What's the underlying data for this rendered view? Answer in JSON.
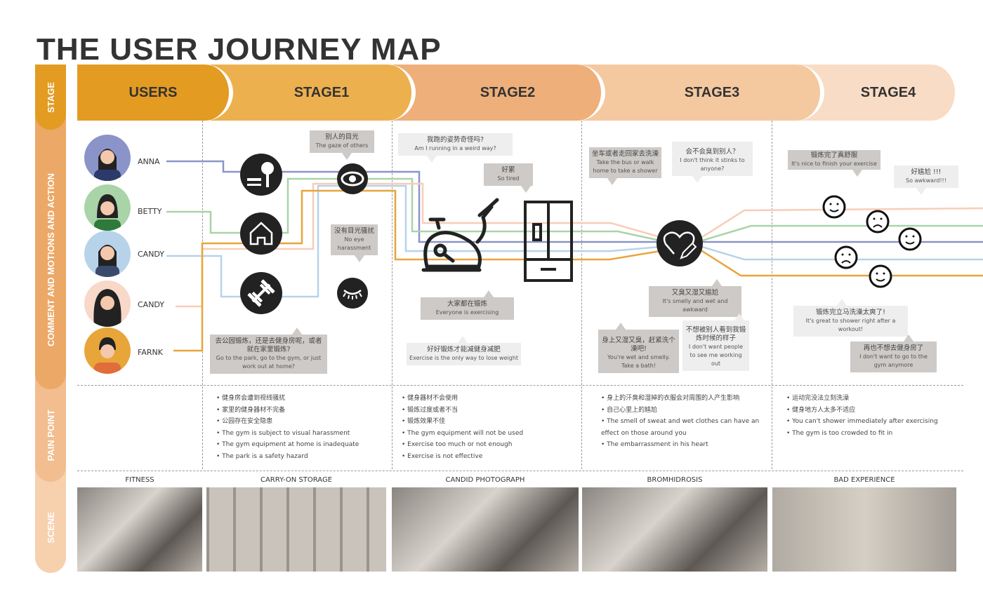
{
  "title": "THE USER JOURNEY MAP",
  "side_labels": [
    "STAGE",
    "COMMENT AND MOTIONS AND ACTION",
    "PAIN POINT",
    "SCENE"
  ],
  "stages": [
    {
      "label": "USERS",
      "color": "#e39b22"
    },
    {
      "label": "STAGE1",
      "color": "#edb04f"
    },
    {
      "label": "STAGE2",
      "color": "#eeaf7a"
    },
    {
      "label": "STAGE3",
      "color": "#f4c9a0"
    },
    {
      "label": "STAGE4",
      "color": "#f8dcc5"
    }
  ],
  "users": [
    {
      "name": "ANNA",
      "color": "#8a94c8"
    },
    {
      "name": "BETTY",
      "color": "#a8d4a8"
    },
    {
      "name": "CANDY",
      "color": "#b7d3ea"
    },
    {
      "name": "CANDY",
      "color": "#f8cdb8"
    },
    {
      "name": "FARNK",
      "color": "#e8a53a"
    }
  ],
  "icons": [
    "park-icon",
    "eye-icon",
    "home-icon",
    "dumbbell-icon",
    "closed-eye-icon",
    "exercise-bike-icon",
    "locker-icon",
    "heart-pencil-icon",
    "happy-face-icon",
    "sad-face-icon"
  ],
  "bubbles": [
    {
      "zh": "别人的目光",
      "en": "The gaze of others"
    },
    {
      "zh": "我跑的姿势奇怪吗?",
      "en": "Am I running in a weird way?"
    },
    {
      "zh": "好累",
      "en": "So tired"
    },
    {
      "zh": "没有目光骚扰",
      "en": "No eye harassment"
    },
    {
      "zh": "大家都在锻炼",
      "en": "Everyone is exercising"
    },
    {
      "zh": "好好锻炼才能减健身减肥",
      "en": "Exercise is the only way to lose weight"
    },
    {
      "zh": "去公园锻炼，还是去健身房呢，或者就在家里锻炼?",
      "en": "Go to the park, go to the gym, or just work out at home?"
    },
    {
      "zh": "坐车或者走回家去洗澡",
      "en": "Take the bus or walk home to take a shower"
    },
    {
      "zh": "会不会臭到别人？",
      "en": "I don't think it stinks to anyone?"
    },
    {
      "zh": "又臭又湿又尴尬",
      "en": "It's smelly and wet and awkward"
    },
    {
      "zh": "身上又湿又臭，赶紧洗个澡吧!",
      "en": "You're wet and smelly. Take a bath!"
    },
    {
      "zh": "不想被别人看到我锻炼时候的样子",
      "en": "I don't want people to see me working out"
    },
    {
      "zh": "锻炼完了真舒服",
      "en": "It's nice to finish your exercise"
    },
    {
      "zh": "好尴尬 !!!",
      "en": "So awkward!!!"
    },
    {
      "zh": "锻炼完立马洗澡太爽了!",
      "en": "It's great to shower right after a workout!"
    },
    {
      "zh": "再也不想去健身房了",
      "en": "I don't want to go to the gym anymore"
    }
  ],
  "pain_points": [
    [],
    [
      "• 健身房会遭到视线骚扰",
      "• 家里的健身器材不完备",
      "• 公园存在安全隐患",
      "• The gym is subject to visual harassment",
      "• The gym equipment at home is inadequate",
      "• The park is a safety hazard"
    ],
    [
      "• 健身器材不会使用",
      "• 锻炼过度或者不当",
      "• 锻炼效果不佳",
      "• The gym equipment will not be used",
      "• Exercise too much or not enough",
      "• Exercise is not effective"
    ],
    [
      "• 身上的汗臭和湿掉的衣服会对周围的人产生影响",
      "• 自己心里上的尴尬",
      "• The smell of sweat and wet clothes can have an effect on those around you",
      "• The embarrassment in his heart"
    ],
    [
      "• 运动完没法立刻洗澡",
      "• 健身地方人太多不适应",
      "• You can't shower immediately after exercising",
      "• The gym is too crowded to fit in"
    ]
  ],
  "scenes": [
    "FITNESS",
    "CARRY-ON STORAGE",
    "CANDID PHOTOGRAPH",
    "BROMHIDROSIS",
    "BAD EXPERIENCE"
  ]
}
